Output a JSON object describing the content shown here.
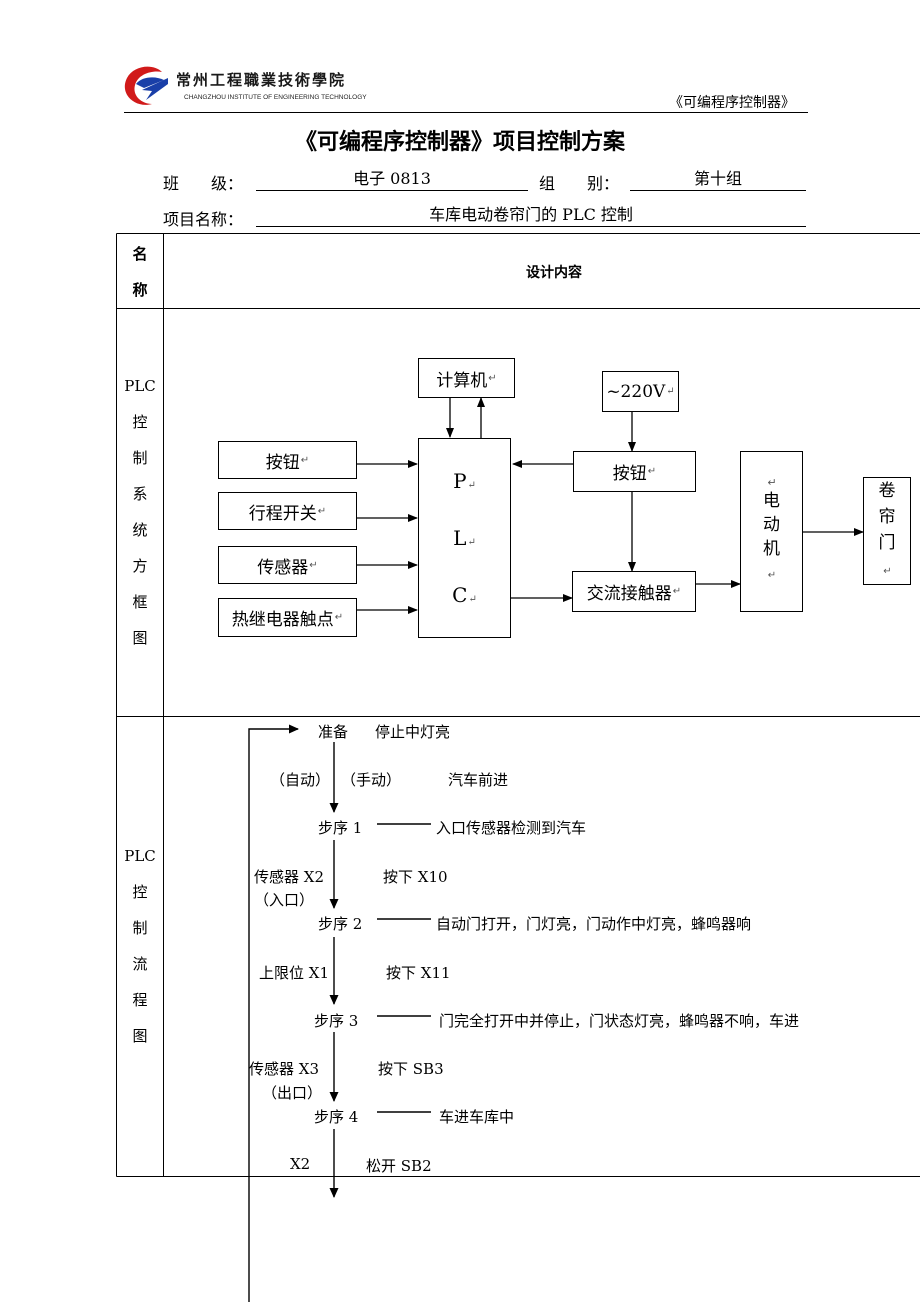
{
  "header": {
    "school_cn": "常州工程職業技術學院",
    "school_en": "CHANGZHOU INSTITUTE OF ENGINEERING TECHNOLOGY",
    "course": "《可编程序控制器》"
  },
  "doc": {
    "title": "《可编程序控制器》项目控制方案",
    "class_label": "班　　级：",
    "class_value": "电子 0813",
    "group_label": "组　　别：",
    "group_value": "第十组",
    "project_label": "项目名称：",
    "project_value": "车库电动卷帘门的 PLC 控制"
  },
  "table": {
    "col_name": "名称",
    "col_content": "设计内容",
    "row1_label": "PLC控制系统方框图",
    "row2_label": "PLC控制流程图"
  },
  "block_diagram": {
    "computer": "计算机",
    "power": "~220V",
    "input_buttons": "按钮",
    "travel_switch": "行程开关",
    "sensor": "传感器",
    "thermal_relay": "热继电器触点",
    "plc_p": "P",
    "plc_l": "L",
    "plc_c": "C",
    "button2": "按钮",
    "contactor": "交流接触器",
    "motor": "电动机",
    "door": "卷帘门",
    "return_mark": "↵"
  },
  "flow": {
    "ready": "准备",
    "ready_note": "停止中灯亮",
    "auto": "（自动）",
    "manual": "（手动）",
    "car_forward": "汽车前进",
    "step1": "步序 1",
    "step1_note": "入口传感器检测到汽车",
    "cond1a": "传感器 X2",
    "cond1b": "（入口）",
    "cond1c": "按下  X10",
    "step2": "步序 2",
    "step2_note": "自动门打开，门灯亮，门动作中灯亮，蜂鸣器响",
    "cond2a": "上限位 X1",
    "cond2c": "按下 X11",
    "step3": "步序 3",
    "step3_note": "门完全打开中并停止，门状态灯亮，蜂鸣器不响，车进",
    "cond3a": "传感器 X3",
    "cond3b": "（出口）",
    "cond3c": "按下 SB3",
    "step4": "步序 4",
    "step4_note": "车进车库中",
    "cond4a": "X2",
    "cond4c": "松开 SB2"
  }
}
